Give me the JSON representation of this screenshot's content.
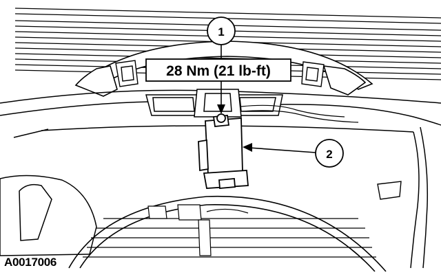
{
  "figure": {
    "torque_spec": "28 Nm (21 lb-ft)",
    "callouts": [
      {
        "number": "1"
      },
      {
        "number": "2"
      }
    ],
    "reference_code": "A0017006"
  }
}
